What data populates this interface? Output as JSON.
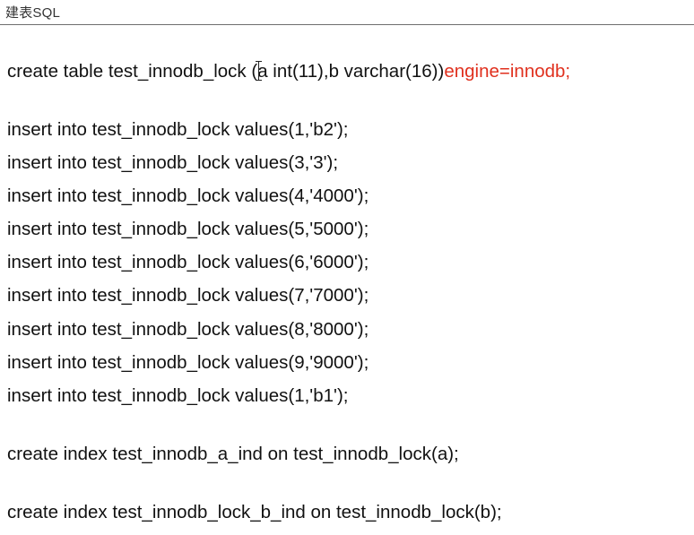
{
  "header": {
    "title": "建表SQL"
  },
  "create_table": {
    "before_cursor": "create table test_innodb_lock (",
    "after_cursor": "a int(11),b varchar(16))",
    "engine": "engine=innodb;"
  },
  "inserts": [
    "insert into test_innodb_lock values(1,'b2');",
    "insert into test_innodb_lock values(3,'3');",
    "insert into test_innodb_lock values(4,'4000');",
    "insert into test_innodb_lock values(5,'5000');",
    "insert into test_innodb_lock values(6,'6000');",
    "insert into test_innodb_lock values(7,'7000');",
    "insert into test_innodb_lock values(8,'8000');",
    "insert into test_innodb_lock values(9,'9000');",
    "insert into test_innodb_lock values(1,'b1');"
  ],
  "indexes": [
    "create index test_innodb_a_ind on test_innodb_lock(a);",
    "create index test_innodb_lock_b_ind on test_innodb_lock(b);"
  ],
  "colors": {
    "text": "#111111",
    "accent": "#e0301e",
    "rule": "#6e6e6e"
  }
}
